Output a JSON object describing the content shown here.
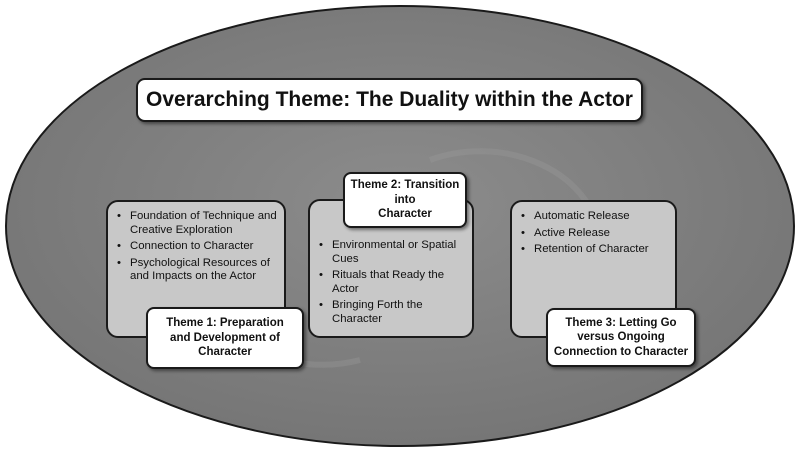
{
  "diagram": {
    "title": "Overarching Theme: The Duality within the Actor",
    "themes": [
      {
        "label": "Theme 1: Preparation\nand Development of\nCharacter",
        "items": [
          "Foundation of Technique and Creative Exploration",
          "Connection to Character",
          "Psychological Resources of and Impacts on the Actor"
        ]
      },
      {
        "label": "Theme 2: Transition into\nCharacter",
        "items": [
          "Environmental or Spatial Cues",
          "Rituals that Ready the Actor",
          "Bringing Forth the Character"
        ]
      },
      {
        "label": "Theme 3: Letting Go\nversus Ongoing\nConnection to Character",
        "items": [
          "Automatic Release",
          "Active Release",
          "Retention of Character"
        ]
      }
    ],
    "colors": {
      "ellipse_fill": "#808080",
      "box_fill": "#c8c8c8",
      "label_fill": "#ffffff",
      "border": "#1a1a1a"
    }
  }
}
